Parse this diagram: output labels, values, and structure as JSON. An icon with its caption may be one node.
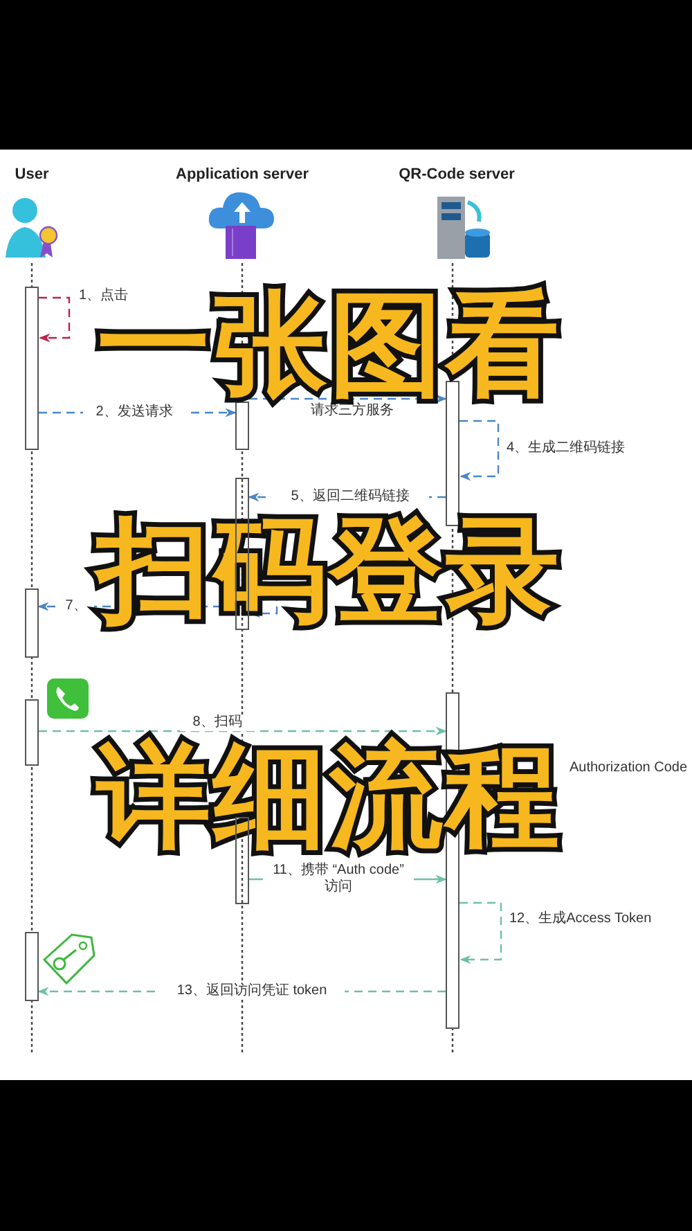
{
  "diagram": {
    "title": "一张图看扫码登录详细流程",
    "nodes": [
      {
        "text": [
          "User"
        ]
      },
      {
        "text": [
          "Application server"
        ]
      },
      {
        "text": [
          "QR-Code server"
        ]
      },
      {
        "text": [],
        "shape": "bar"
      },
      {
        "text": [],
        "shape": "bar"
      },
      {
        "text": [],
        "shape": "bar"
      },
      {
        "text": [],
        "shape": "bar"
      },
      {
        "text": [],
        "shape": "bar"
      },
      {
        "text": [],
        "shape": "bar"
      },
      {
        "text": [],
        "shape": "bar"
      },
      {
        "text": [],
        "shape": "bar"
      },
      {
        "text": [],
        "shape": "bar"
      }
    ],
    "edges": [
      {
        "from": 3,
        "to": 3,
        "arrow": "to",
        "label": "1、点击",
        "style": "dashed",
        "color": "#c0204a"
      },
      {
        "from": 3,
        "to": 7,
        "arrow": "to",
        "label": "2、发送请求",
        "style": "dashed",
        "color": "#4a86c8"
      },
      {
        "from": 7,
        "to": 10,
        "arrow": "to",
        "label": "请求三方服务",
        "style": "dashed",
        "color": "#4a86c8"
      },
      {
        "from": 10,
        "to": 10,
        "arrow": "to",
        "label": "4、生成二维码链接",
        "style": "dashed",
        "color": "#4a86c8"
      },
      {
        "from": 10,
        "to": 8,
        "arrow": "to",
        "label": "5、返回二维码链接",
        "style": "dashed",
        "color": "#4a86c8"
      },
      {
        "from": 8,
        "to": 8,
        "arrow": "to",
        "style": "dashed",
        "color": "#4a86c8"
      },
      {
        "from": 8,
        "to": 4,
        "arrow": "to",
        "label": "7、",
        "style": "dashed",
        "color": "#4a86c8"
      },
      {
        "from": 5,
        "to": 11,
        "arrow": "to",
        "label": "8、扫码",
        "style": "dashed",
        "color": "#6cc0a8"
      },
      {
        "from": 9,
        "to": 11,
        "arrow": "to",
        "label": "11、携带 “Auth code” 访问",
        "color": "#6cc0a8"
      },
      {
        "from": 11,
        "to": 11,
        "arrow": "to",
        "label": "12、生成Access Token",
        "style": "dashed",
        "color": "#6cc0a8"
      },
      {
        "from": 11,
        "to": 6,
        "arrow": "to",
        "label": "13、返回访问凭证 token",
        "style": "dashed",
        "color": "#6cc0a8"
      }
    ],
    "labels": [
      "Authorization Code"
    ]
  }
}
